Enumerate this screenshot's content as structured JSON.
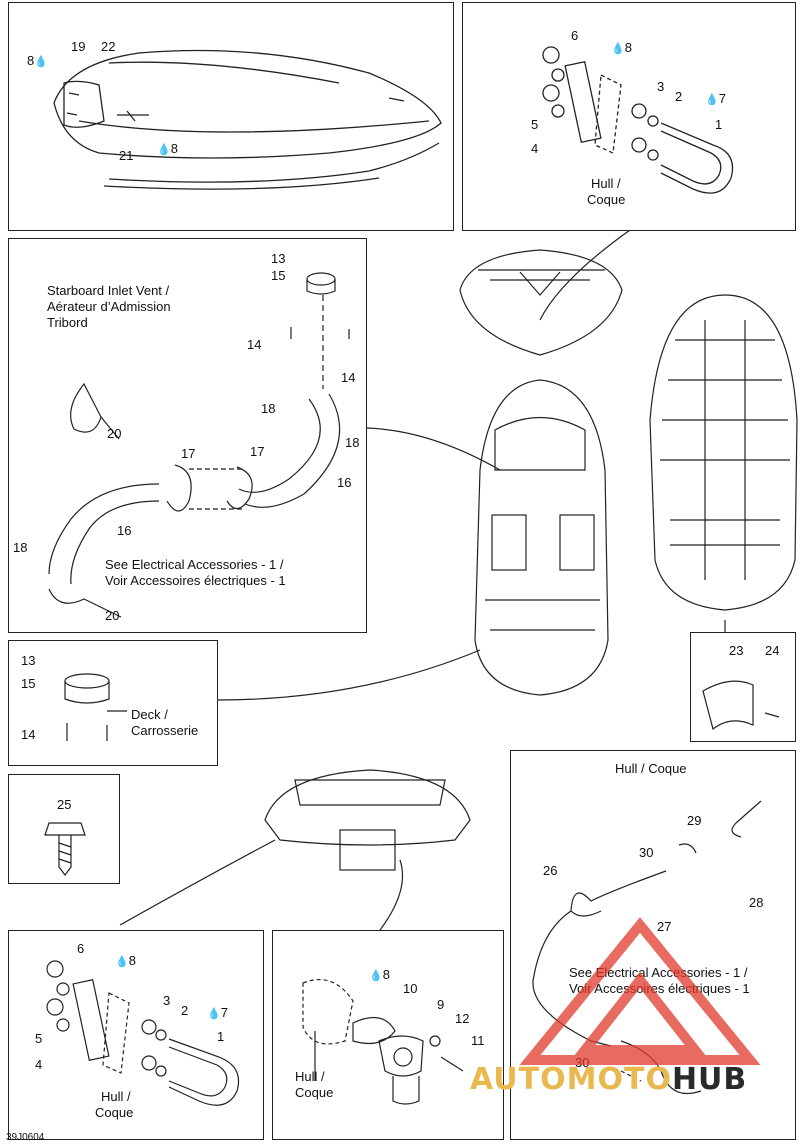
{
  "labels": {
    "p1": {
      "n8": "8",
      "n19": "19",
      "n22": "22",
      "n21": "21",
      "n8b": "8"
    },
    "p2": {
      "n6": "6",
      "n8": "8",
      "n3": "3",
      "n2": "2",
      "n7": "7",
      "n1": "1",
      "n5": "5",
      "n4": "4",
      "hull": "Hull /",
      "coque": "Coque"
    },
    "p3": {
      "n13": "13",
      "n15": "15",
      "n14a": "14",
      "n14b": "14",
      "n18a": "18",
      "n18b": "18",
      "n20a": "20",
      "n17a": "17",
      "n17b": "17",
      "n16a": "16",
      "n16b": "16",
      "n18c": "18",
      "n20b": "20",
      "vent1": "Starboard Inlet Vent /",
      "vent2": "Aérateur d’Admission",
      "vent3": "Tribord",
      "elec1": "See Electrical Accessories - 1 /",
      "elec2": "Voir Accessoires électriques - 1"
    },
    "p4": {
      "n13": "13",
      "n15": "15",
      "n14": "14",
      "deck": "Deck /",
      "carr": "Carrosserie"
    },
    "p5": {
      "n25": "25"
    },
    "p6": {
      "n23": "23",
      "n24": "24"
    },
    "p7": {
      "hull": "Hull / Coque",
      "n29": "29",
      "n30a": "30",
      "n28": "28",
      "n26": "26",
      "n27": "27",
      "n30b": "30",
      "elec1": "See Electrical Accessories - 1 /",
      "elec2": "Voir Accessoires électriques - 1"
    },
    "p8": {
      "n6": "6",
      "n8": "8",
      "n3": "3",
      "n2": "2",
      "n7": "7",
      "n1": "1",
      "n5": "5",
      "n4": "4",
      "hull": "Hull /",
      "coque": "Coque"
    },
    "p9": {
      "n8": "8",
      "n10": "10",
      "n9": "9",
      "n12": "12",
      "n11": "11",
      "hull": "Hull /",
      "coque": "Coque"
    }
  },
  "figure_code": "39J0604",
  "watermark": {
    "text_red": "AUTOMOTO",
    "text_dark": "HUB",
    "color_red": "#e03a2c",
    "color_dark": "#2a2a2a"
  },
  "drop_icon": "drop-icon",
  "colors": {
    "line": "#222222",
    "dash": "#444444"
  }
}
